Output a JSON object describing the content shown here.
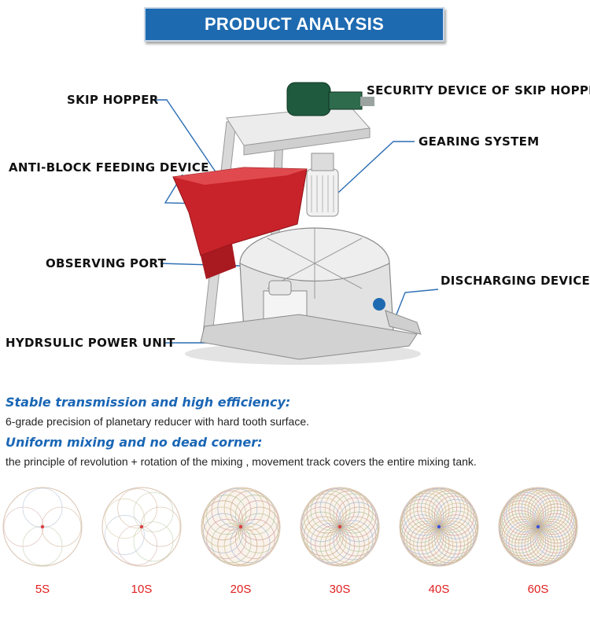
{
  "banner": {
    "title": "PRODUCT ANALYSIS"
  },
  "labels": {
    "skip_hopper": "SKIP HOPPER",
    "security_device": "SECURITY DEVICE OF SKIP HOPPER",
    "gearing_system": "GEARING SYSTEM",
    "anti_block": "ANTI-BLOCK FEEDING DEVICE",
    "observing_port": "OBSERVING PORT",
    "discharging_device": "DISCHARGING DEVICE",
    "hydraulic_unit": "HYDRSULIC POWER UNIT"
  },
  "features": [
    {
      "heading": "Stable transmission and high efficiency:",
      "text": "6-grade precision of planetary reducer with hard tooth surface."
    },
    {
      "heading": "Uniform mixing and no dead corner:",
      "text": "the principle of revolution + rotation of the mixing , movement track covers the entire mixing tank."
    }
  ],
  "patterns": [
    {
      "time": "5S",
      "loops": 4
    },
    {
      "time": "10S",
      "loops": 7
    },
    {
      "time": "20S",
      "loops": 18
    },
    {
      "time": "30S",
      "loops": 24
    },
    {
      "time": "40S",
      "loops": 30
    },
    {
      "time": "60S",
      "loops": 36
    }
  ],
  "colors": {
    "banner": "#1e6ab1",
    "heading": "#1a66b5",
    "time_label": "#e02020",
    "hopper": "#c8232a"
  }
}
